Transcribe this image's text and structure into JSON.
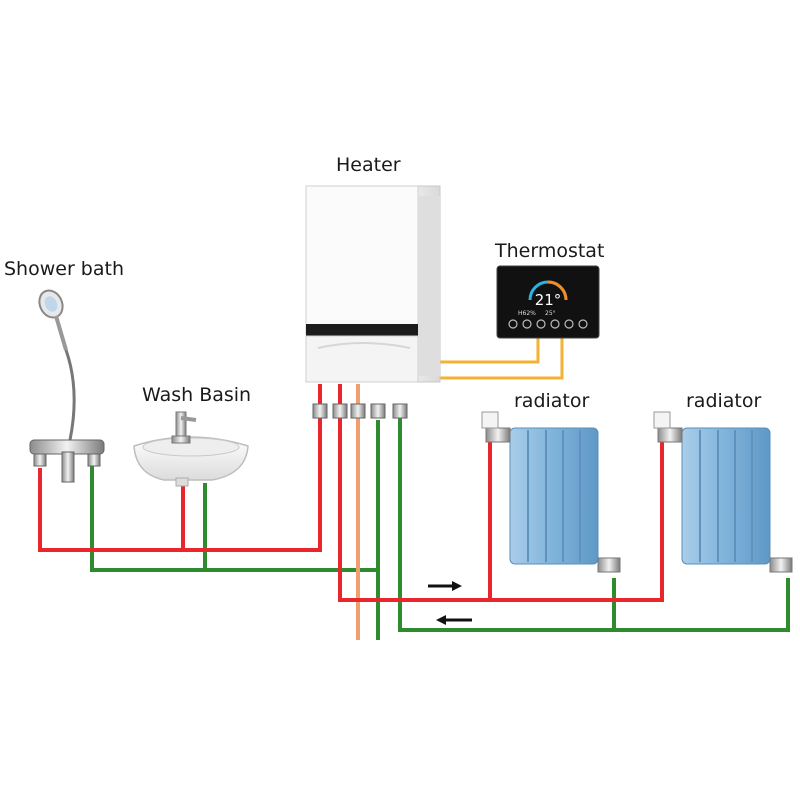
{
  "labels": {
    "heater": "Heater",
    "thermostat": "Thermostat",
    "shower": "Shower bath",
    "basin": "Wash Basin",
    "radiator_1": "radiator",
    "radiator_2": "radiator"
  },
  "thermostat_display": {
    "temp_main": "21°",
    "temp_set": "25°",
    "humidity": "H62%"
  },
  "colors": {
    "hot_pipe": "#e8262b",
    "return_pipe": "#2e8b2e",
    "cold_pipe": "#f0a070",
    "signal_wire": "#f2b233",
    "radiator": "#7fb3da",
    "screen": "#111111"
  }
}
